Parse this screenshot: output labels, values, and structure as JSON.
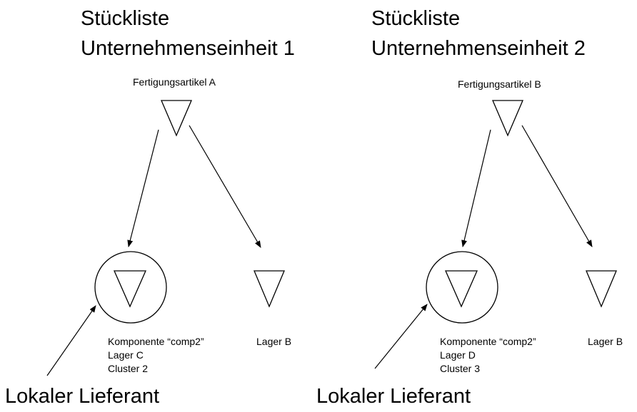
{
  "colors": {
    "stroke": "#000000",
    "background": "#ffffff"
  },
  "left": {
    "title_line1": "Stückliste",
    "title_line2": "Unternehmenseinheit 1",
    "parent_label": "Fertigungsartikel A",
    "component_label_1": "Komponente “comp2”",
    "component_label_2": "Lager C",
    "component_label_3": "Cluster 2",
    "store_label": "Lager B",
    "supplier_label": "Lokaler Lieferant"
  },
  "right": {
    "title_line1": "Stückliste",
    "title_line2": "Unternehmenseinheit 2",
    "parent_label": "Fertigungsartikel B",
    "component_label_1": "Komponente “comp2”",
    "component_label_2": "Lager D",
    "component_label_3": "Cluster 3",
    "store_label": "Lager B",
    "supplier_label": "Lokaler Lieferant"
  }
}
